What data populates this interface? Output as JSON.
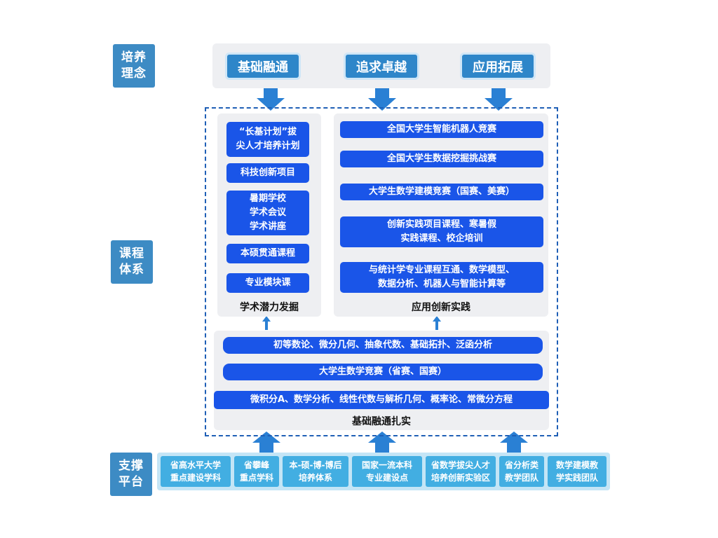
{
  "categories": {
    "philosophy": "培养\n理念",
    "curriculum": "课程\n体系",
    "support": "支撑\n平台"
  },
  "philosophy_items": [
    "基础融通",
    "追求卓越",
    "应用拓展"
  ],
  "academic": {
    "items": [
      "“长基计划”拔\n尖人才培养计划",
      "科技创新项目",
      "暑期学校\n学术会议\n学术讲座",
      "本硕贯通课程",
      "专业模块课"
    ],
    "caption": "学术潜力发掘"
  },
  "applied": {
    "items": [
      "全国大学生智能机器人竞赛",
      "全国大学生数据挖掘挑战赛",
      "大学生数学建模竞赛（国赛、美赛）",
      "创新实践项目课程、寒暑假\n实践课程、校企培训",
      "与统计学专业课程互通、数学模型、\n数据分析、机器人与智能计算等"
    ],
    "caption": "应用创新实践"
  },
  "foundation": {
    "items": [
      "初等数论、微分几何、抽象代数、基础拓扑、泛函分析",
      "大学生数学竞赛（省赛、国赛）",
      "微积分A、数学分析、线性代数与解析几何、概率论、常微分方程"
    ],
    "caption": "基础融通扎实"
  },
  "support_items": [
    "省高水平大学\n重点建设学科",
    "省攀峰\n重点学科",
    "本-硕-博-博后\n培养体系",
    "国家一流本科\n专业建设点",
    "省数学拔尖人才\n培养创新实验区",
    "省分析类\n教学团队",
    "数学建模教\n学实践团队"
  ],
  "colors": {
    "category_bg": "#3d8bc4",
    "philosophy_bg": "#2e86c9",
    "pill_bg": "#1a55e8",
    "support_bg": "#42aee2",
    "arrow": "#2a80d4",
    "dashed_border": "#1f5fb6"
  }
}
